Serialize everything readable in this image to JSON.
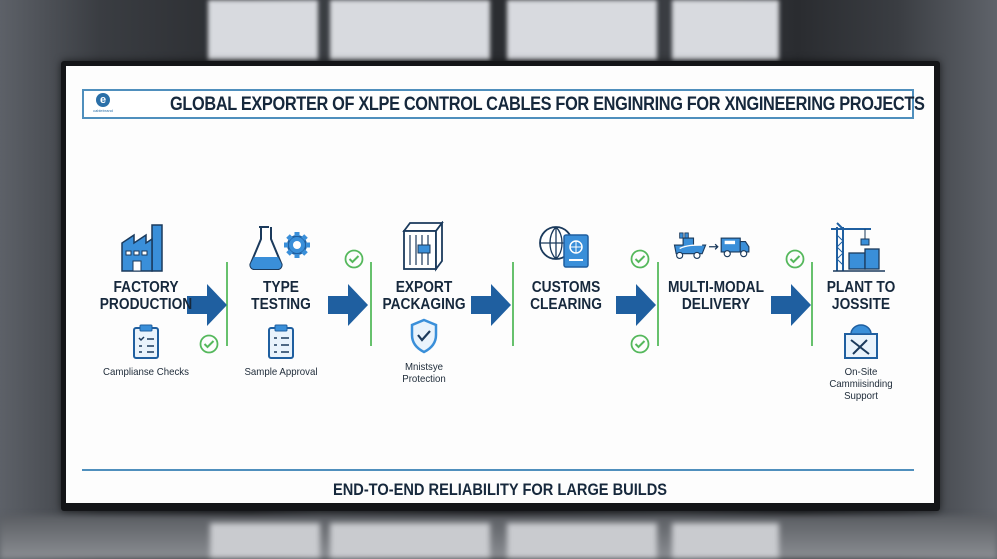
{
  "header": {
    "logo_text": "cablebrand",
    "title": "GLOBAL EXPORTER OF XLPE CONTROL CABLES FOR ENGINRING FOR XNGINEERING PROJECTS"
  },
  "stages": [
    {
      "label_line1": "FACTORY",
      "label_line2": "PRODUCTION",
      "icon": "factory-icon",
      "sub_icon": "clipboard-checklist-icon",
      "sub_label_line1": "Camplianse Checks",
      "sub_label_line2": "",
      "sub_label_line3": ""
    },
    {
      "label_line1": "TYPE",
      "label_line2": "TESTING",
      "icon": "flask-gear-icon",
      "sub_icon": "clipboard-list-icon",
      "sub_label_line1": "Sample Approval",
      "sub_label_line2": "",
      "sub_label_line3": ""
    },
    {
      "label_line1": "EXPORT",
      "label_line2": "PACKAGING",
      "icon": "crate-icon",
      "sub_icon": "shield-check-icon",
      "sub_label_line1": "Mnistsye",
      "sub_label_line2": "Protection",
      "sub_label_line3": ""
    },
    {
      "label_line1": "CUSTOMS",
      "label_line2": "CLEARING",
      "icon": "globe-passport-icon",
      "sub_icon": "",
      "sub_label_line1": "",
      "sub_label_line2": "",
      "sub_label_line3": ""
    },
    {
      "label_line1": "MULTI-MODAL",
      "label_line2": "DELIVERY",
      "icon": "ship-truck-icon",
      "sub_icon": "",
      "sub_label_line1": "",
      "sub_label_line2": "",
      "sub_label_line3": ""
    },
    {
      "label_line1": "PLANT TO",
      "label_line2": "JOSSITE",
      "icon": "crane-icon",
      "sub_icon": "hardhat-tools-icon",
      "sub_label_line1": "On-Site",
      "sub_label_line2": "Cammiisinding",
      "sub_label_line3": "Support"
    }
  ],
  "footer": {
    "tagline": "END-TO-END RELIABILITY FOR LARGE BUILDS"
  },
  "colors": {
    "accent_blue": "#1f5fa0",
    "icon_blue": "#3a8fd9",
    "check_green": "#55b85c",
    "text_dark": "#16283c",
    "header_border": "#4f8fbd"
  }
}
